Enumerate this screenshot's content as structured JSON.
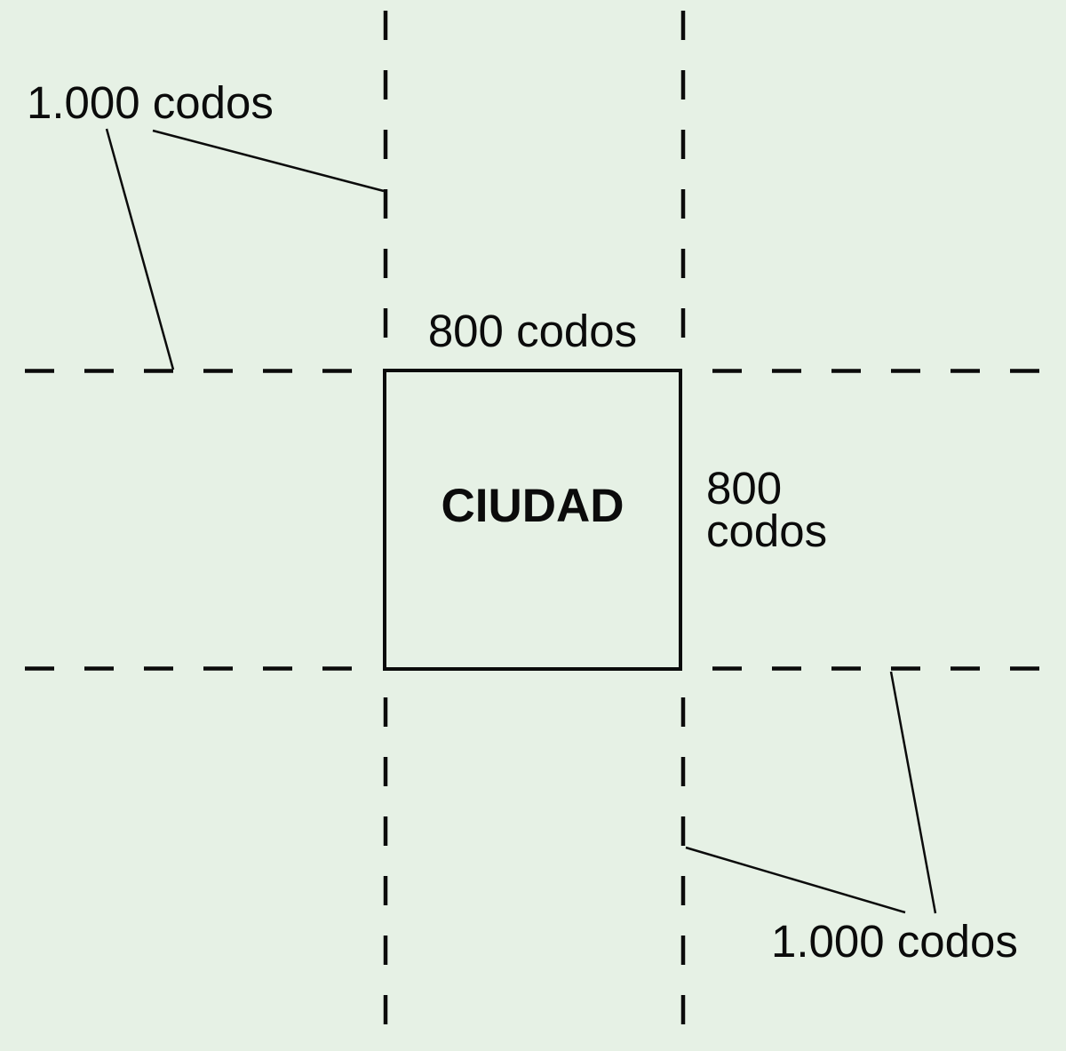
{
  "figure": {
    "title_context": "Plano de ciudad con sus ejidos medidos en codos",
    "colors": {
      "bg": "#e6f1e5",
      "line": "#0b0b0b",
      "text": "#0b0b0b"
    },
    "city": {
      "name": "CIUDAD",
      "width_label": "800 codos",
      "depth_label": "800 codos"
    },
    "pasture": {
      "top_left_label": "1.000 codos",
      "bottom_right_label": "1.000 codos"
    }
  }
}
